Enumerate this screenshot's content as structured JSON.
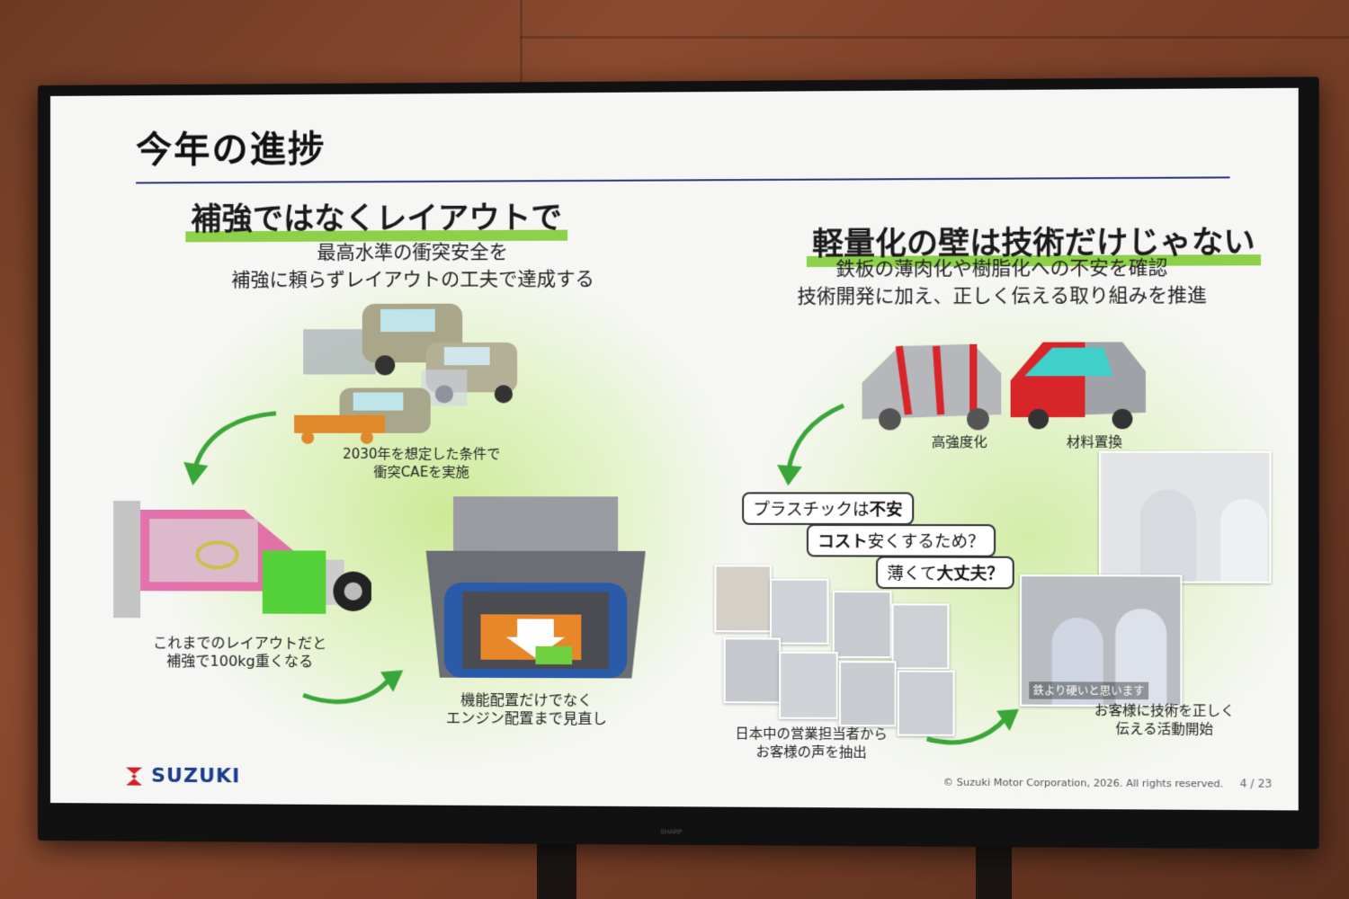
{
  "slide": {
    "title": "今年の進捗",
    "left": {
      "heading": "補強ではなくレイアウトで",
      "subtitle_line1": "最高水準の衝突安全を",
      "subtitle_line2": "補強に頼らずレイアウトの工夫で達成する",
      "caption_cae_line1": "2030年を想定した条件で",
      "caption_cae_line2": "衝突CAEを実施",
      "caption_layout_line1": "これまでのレイアウトだと",
      "caption_layout_line2": "補強で100kg重くなる",
      "caption_engine_line1": "機能配置だけでなく",
      "caption_engine_line2": "エンジン配置まで見直し"
    },
    "right": {
      "heading": "軽量化の壁は技術だけじゃない",
      "subtitle_line1": "鉄板の薄肉化や樹脂化への不安を確認",
      "subtitle_line2": "技術開発に加え、正しく伝える取り組みを推進",
      "label_high_strength": "高強度化",
      "label_material": "材料置換",
      "bubble1_pre": "プラスチックは",
      "bubble1_bold": "不安",
      "bubble2_bold": "コスト",
      "bubble2_post": "安くするため？",
      "bubble3_pre": "薄くて",
      "bubble3_bold": "大丈夫？",
      "caption_sales_line1": "日本中の営業担当者から",
      "caption_sales_line2": "お客様の声を抽出",
      "photo_caption": "鉄より硬いと思います",
      "caption_activity_line1": "お客様に技術を正しく",
      "caption_activity_line2": "伝える活動開始"
    },
    "copyright": "© Suzuki Motor Corporation, 2026. All rights reserved.",
    "page_current": "4",
    "page_total": "/ 23",
    "logo_text": "SUZUKI"
  },
  "monitor_brand": "SHARP"
}
